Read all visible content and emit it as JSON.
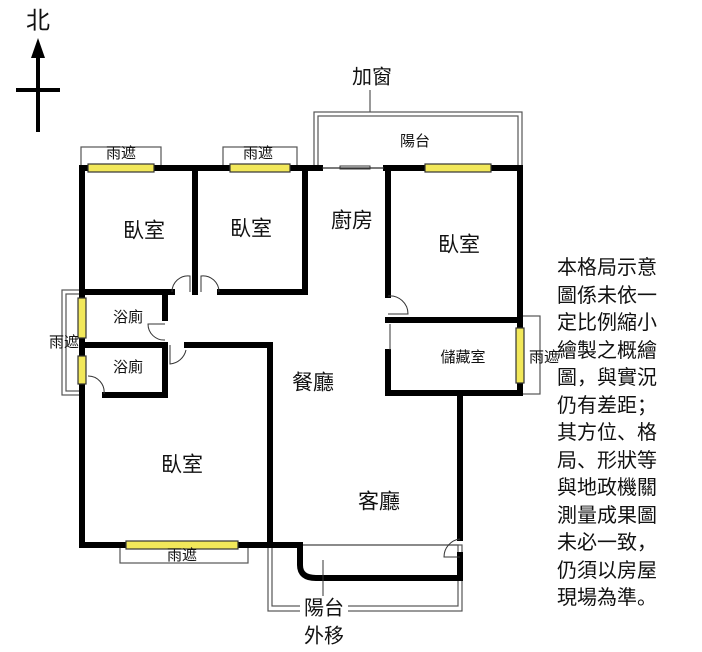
{
  "compass": {
    "north_label": "北"
  },
  "labels": {
    "add_window": "加窗",
    "balcony_top": "陽台",
    "balcony_bottom": "陽台",
    "balcony_bottom_note": "外移",
    "rain_cover": "雨遮"
  },
  "rooms": {
    "bedroom_nw": "臥室",
    "bedroom_n": "臥室",
    "kitchen": "廚房",
    "bedroom_ne": "臥室",
    "bath_1": "浴廁",
    "bath_2": "浴廁",
    "dining": "餐廳",
    "storage": "儲藏室",
    "bedroom_sw": "臥室",
    "living": "客廳"
  },
  "disclaimer_lines": [
    "本格局示意",
    "圖係未依一",
    "定比例縮小",
    "繪製之概繪",
    "圖，與實況",
    "仍有差距；",
    "其方位、格",
    "局、形狀等",
    "與地政機關",
    "測量成果圖",
    "未必一致，",
    "仍須以房屋",
    "現場為準。"
  ],
  "colors": {
    "wall": "#000000",
    "window": "#f2e85a"
  }
}
